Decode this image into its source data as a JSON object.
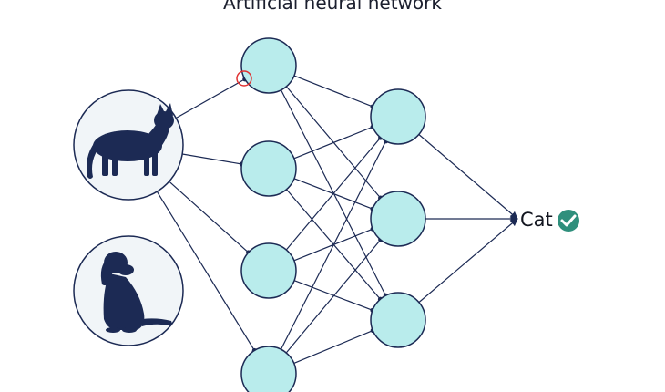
{
  "title": "Artificial neural network",
  "output": {
    "label": "Cat",
    "status_icon": "check-circle-icon"
  },
  "inputs": [
    {
      "name": "cat",
      "icon": "cat-silhouette-icon"
    },
    {
      "name": "dog",
      "icon": "dog-silhouette-icon"
    }
  ],
  "layers": {
    "hidden_1_nodes": 4,
    "hidden_2_nodes": 3
  },
  "colors": {
    "node_fill": "#b9ecec",
    "stroke": "#1c2a54",
    "silhouette": "#1c2a54",
    "input_circle_fill": "#f1f5f8",
    "check": "#2f8f7c",
    "highlight": "#e03030"
  }
}
